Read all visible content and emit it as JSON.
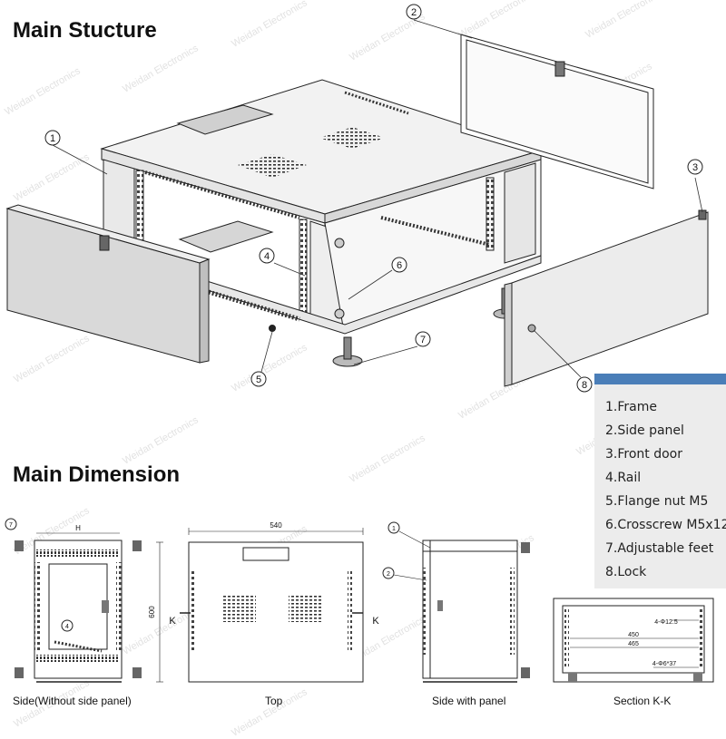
{
  "headings": {
    "structure": "Main Stucture",
    "dimension": "Main Dimension"
  },
  "watermark": "Weidan Electronics",
  "callouts": [
    "1",
    "2",
    "3",
    "4",
    "5",
    "6",
    "7",
    "8"
  ],
  "legend": {
    "items": [
      "1.Frame",
      "2.Side panel",
      "3.Front door",
      "4.Rail",
      "5.Flange nut M5",
      "6.Crosscrew M5x12",
      "7.Adjustable feet",
      "8.Lock"
    ]
  },
  "views": {
    "side": {
      "caption": "Side(Without side panel)",
      "dim_label": "H",
      "callout_feet": "7",
      "callout_rail": "4"
    },
    "top": {
      "caption": "Top",
      "width_label": "540",
      "height_label": "600",
      "section_left": "K",
      "section_right": "K"
    },
    "side_panel": {
      "caption": "Side with panel",
      "callout_frame": "1",
      "callout_panel": "2"
    },
    "section": {
      "caption": "Section K-K",
      "hole_top": "4-Φ12.5",
      "dim_inner": "450",
      "dim_outer": "465",
      "hole_bottom": "4-Φ6*37"
    }
  },
  "colors": {
    "accent": "#4a7eb8",
    "legend_bg": "#ececec",
    "line": "#222222"
  }
}
